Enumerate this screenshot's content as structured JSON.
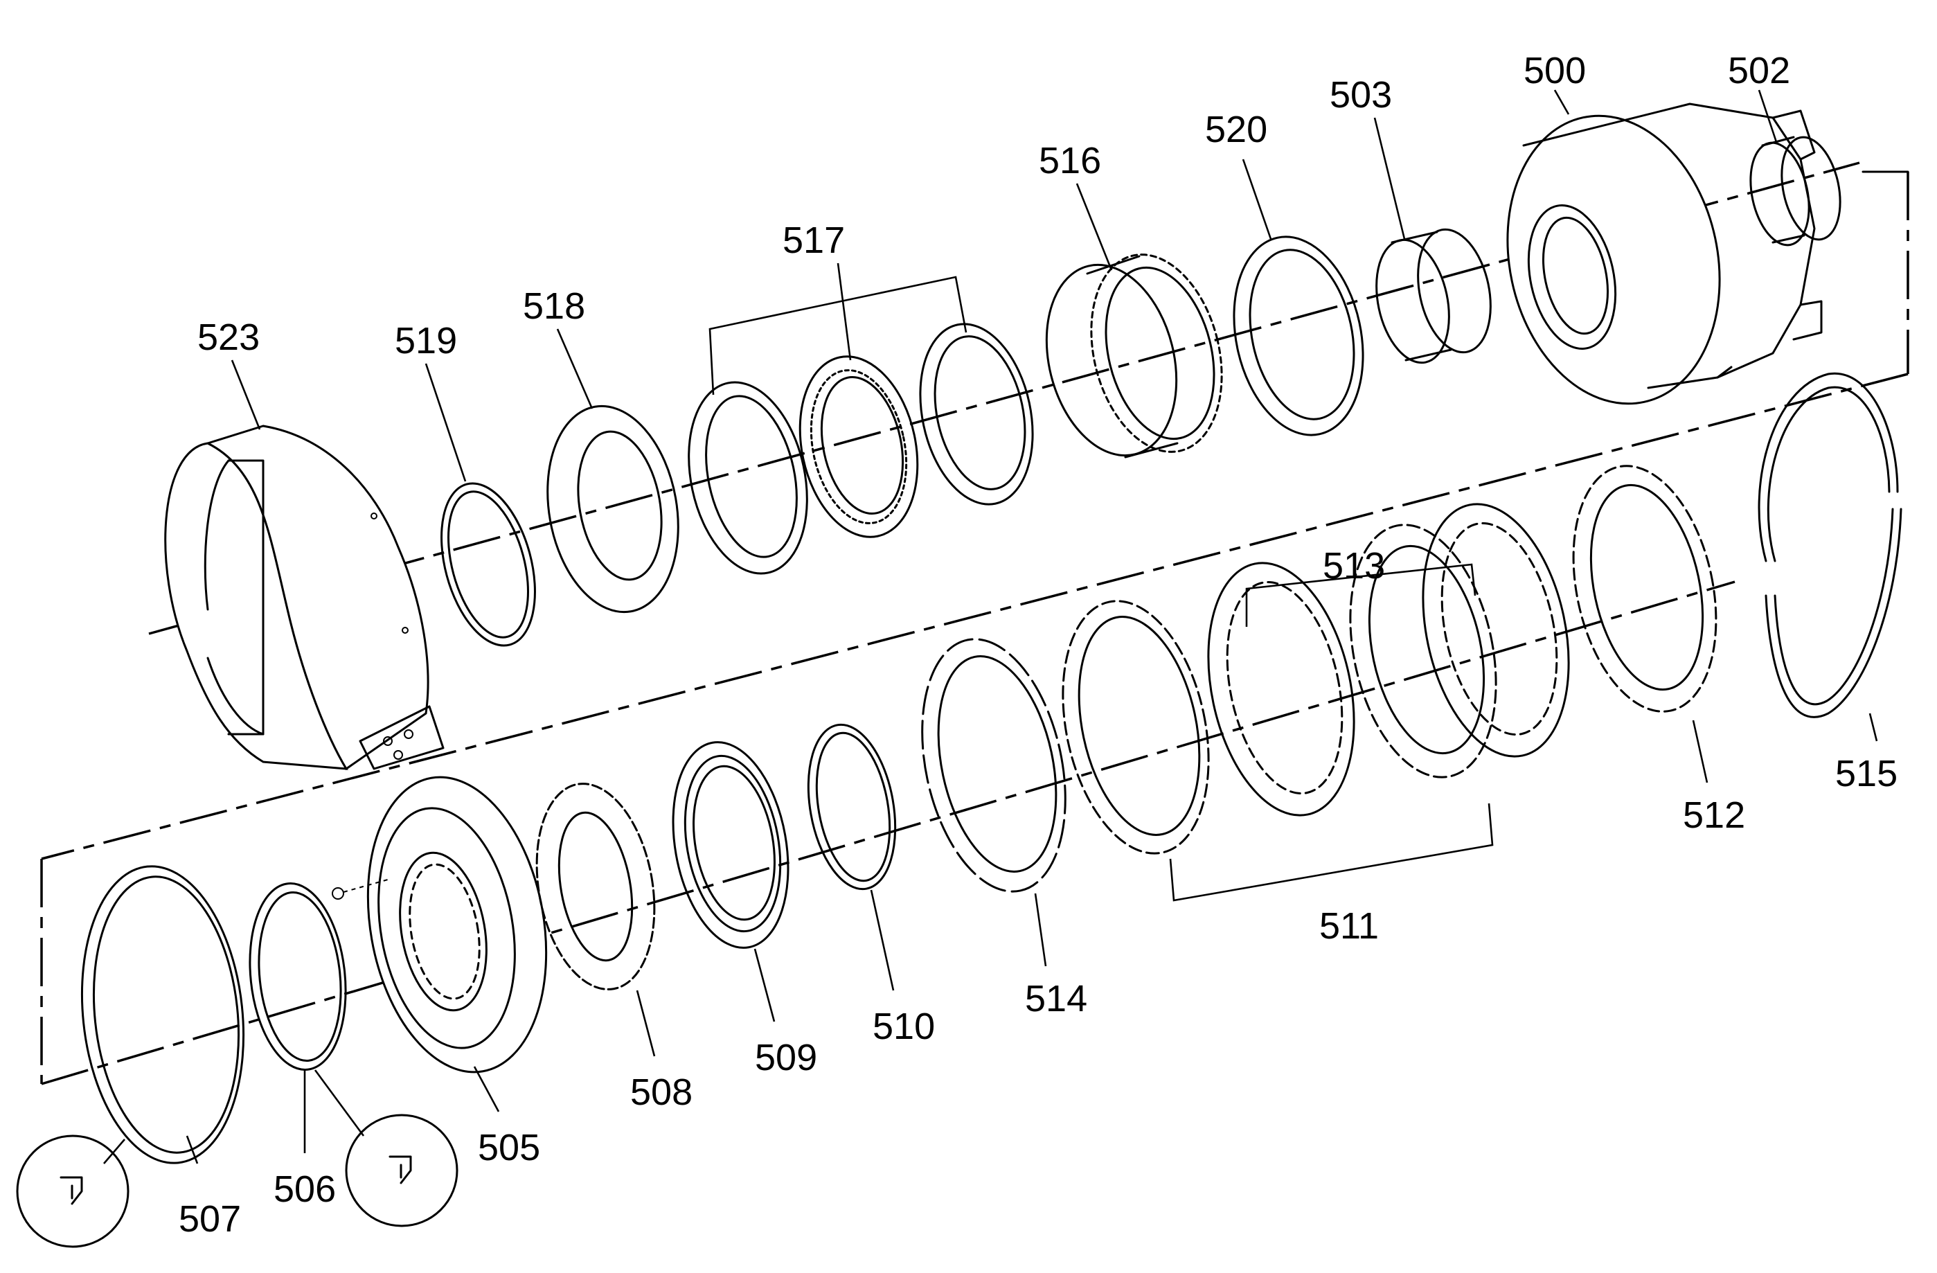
{
  "callouts": {
    "c500": "500",
    "c502": "502",
    "c503": "503",
    "c505": "505",
    "c506": "506",
    "c507": "507",
    "c508": "508",
    "c509": "509",
    "c510": "510",
    "c511": "511",
    "c512": "512",
    "c513": "513",
    "c514": "514",
    "c515": "515",
    "c516": "516",
    "c517": "517",
    "c518": "518",
    "c519": "519",
    "c520": "520",
    "c523": "523"
  },
  "icons": {
    "lubricate_symbol": "lubricate-icon"
  }
}
